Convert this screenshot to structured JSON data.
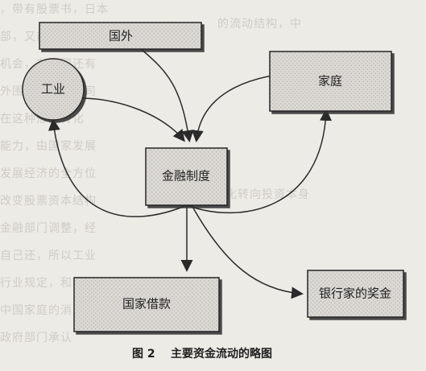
{
  "diagram": {
    "nodes": {
      "foreign": "国外",
      "industry": "工业",
      "household": "家庭",
      "financial_system": "金融制度",
      "state_borrowing": "国家借款",
      "bankers_bonus": "银行家的奖金"
    },
    "caption": {
      "figure_label": "图 2",
      "title": "主要资金流动的略图"
    }
  },
  "background_text": [
    "，带有股票书，日本",
    "部，又前新，当时",
    "机会，在中国还有",
    "外围结构，于公司",
    "在这种形式转化",
    "能力，由国家发展",
    "发展经济的全方位",
    "改变股票资本结构",
    "金融部门调整，经",
    "自己还，所以工业",
    "行业规定，和能源",
    "中国家庭的消费",
    "政府部门承认",
    "的流动结构，中",
    "化转向投资本身"
  ]
}
